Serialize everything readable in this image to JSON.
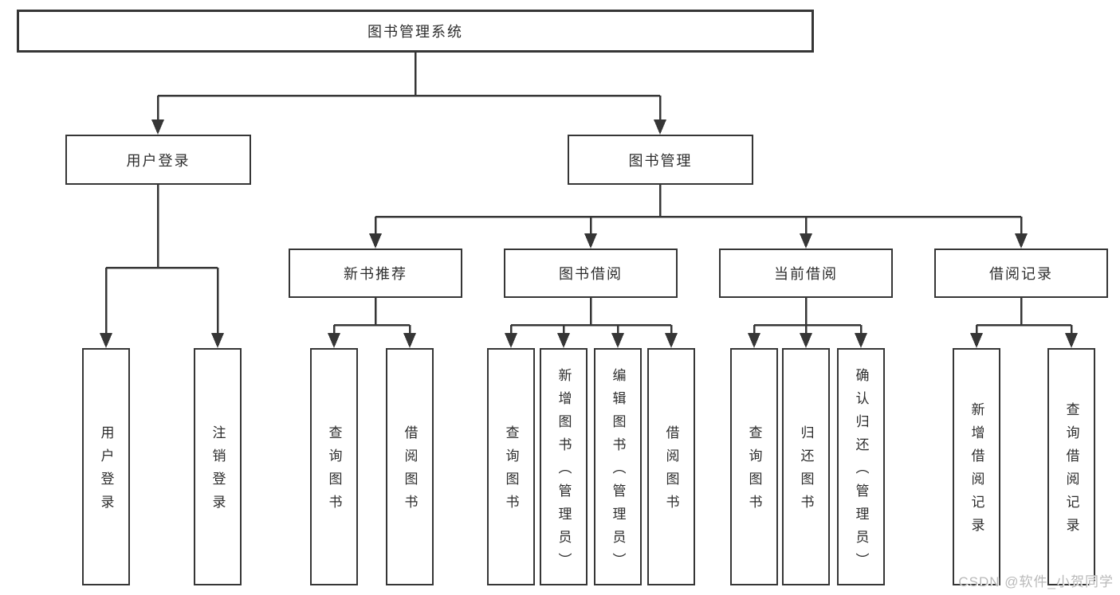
{
  "colors": {
    "line": "#363636",
    "text": "#2d2d2d",
    "bg": "#ffffff",
    "watermark": "#b9b9b9"
  },
  "root": {
    "label": "图书管理系统"
  },
  "level2": [
    {
      "label": "用户登录"
    },
    {
      "label": "图书管理"
    }
  ],
  "level3": [
    {
      "label": "新书推荐"
    },
    {
      "label": "图书借阅"
    },
    {
      "label": "当前借阅"
    },
    {
      "label": "借阅记录"
    }
  ],
  "leaves": {
    "user_login": [
      {
        "label": "用户登录"
      },
      {
        "label": "注销登录"
      }
    ],
    "new_book": [
      {
        "label": "查询图书"
      },
      {
        "label": "借阅图书"
      }
    ],
    "book_borrow": [
      {
        "label": "查询图书"
      },
      {
        "label": "新增图书（管理员）"
      },
      {
        "label": "编辑图书（管理员）"
      },
      {
        "label": "借阅图书"
      }
    ],
    "current_borrow": [
      {
        "label": "查询图书"
      },
      {
        "label": "归还图书"
      },
      {
        "label": "确认归还（管理员）"
      }
    ],
    "borrow_record": [
      {
        "label": "新增借阅记录"
      },
      {
        "label": "查询借阅记录"
      }
    ]
  },
  "watermark": {
    "text": "CSDN @软件_小贺同学"
  }
}
